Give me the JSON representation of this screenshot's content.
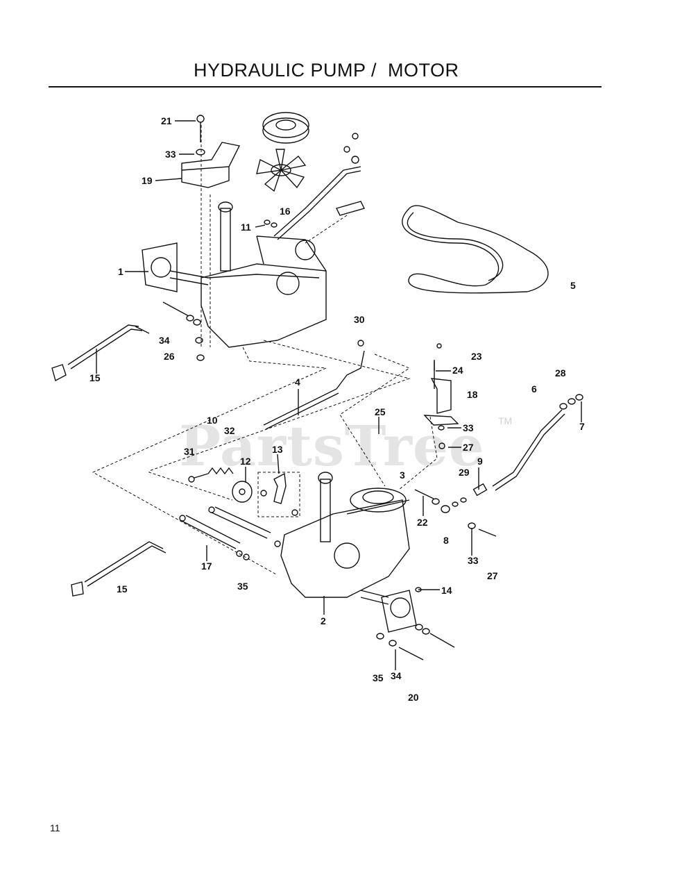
{
  "title": "HYDRAULIC PUMP /  MOTOR",
  "page_number": "11",
  "watermark": {
    "text": "PartsTree",
    "tm": "TM"
  },
  "callouts": [
    {
      "id": "c21a",
      "label": "21"
    },
    {
      "id": "c33a",
      "label": "33"
    },
    {
      "id": "c19",
      "label": "19"
    },
    {
      "id": "c16",
      "label": "16"
    },
    {
      "id": "c11",
      "label": "11"
    },
    {
      "id": "c1",
      "label": "1"
    },
    {
      "id": "c5",
      "label": "5"
    },
    {
      "id": "c30",
      "label": "30"
    },
    {
      "id": "c34a",
      "label": "34"
    },
    {
      "id": "c26",
      "label": "26"
    },
    {
      "id": "c15a",
      "label": "15"
    },
    {
      "id": "c23",
      "label": "23"
    },
    {
      "id": "c24",
      "label": "24"
    },
    {
      "id": "c28",
      "label": "28"
    },
    {
      "id": "c4",
      "label": "4"
    },
    {
      "id": "c18",
      "label": "18"
    },
    {
      "id": "c6",
      "label": "6"
    },
    {
      "id": "c25",
      "label": "25"
    },
    {
      "id": "c7",
      "label": "7"
    },
    {
      "id": "c10",
      "label": "10"
    },
    {
      "id": "c32",
      "label": "32"
    },
    {
      "id": "c33b",
      "label": "33"
    },
    {
      "id": "c27a",
      "label": "27"
    },
    {
      "id": "c31",
      "label": "31"
    },
    {
      "id": "c13",
      "label": "13"
    },
    {
      "id": "c12",
      "label": "12"
    },
    {
      "id": "c9",
      "label": "9"
    },
    {
      "id": "c3",
      "label": "3"
    },
    {
      "id": "c29",
      "label": "29"
    },
    {
      "id": "c22",
      "label": "22"
    },
    {
      "id": "c8",
      "label": "8"
    },
    {
      "id": "c17",
      "label": "17"
    },
    {
      "id": "c33c",
      "label": "33"
    },
    {
      "id": "c27b",
      "label": "27"
    },
    {
      "id": "c15b",
      "label": "15"
    },
    {
      "id": "c35a",
      "label": "35"
    },
    {
      "id": "c14",
      "label": "14"
    },
    {
      "id": "c2",
      "label": "2"
    },
    {
      "id": "c35b",
      "label": "35"
    },
    {
      "id": "c34b",
      "label": "34"
    },
    {
      "id": "c20",
      "label": "20"
    }
  ]
}
